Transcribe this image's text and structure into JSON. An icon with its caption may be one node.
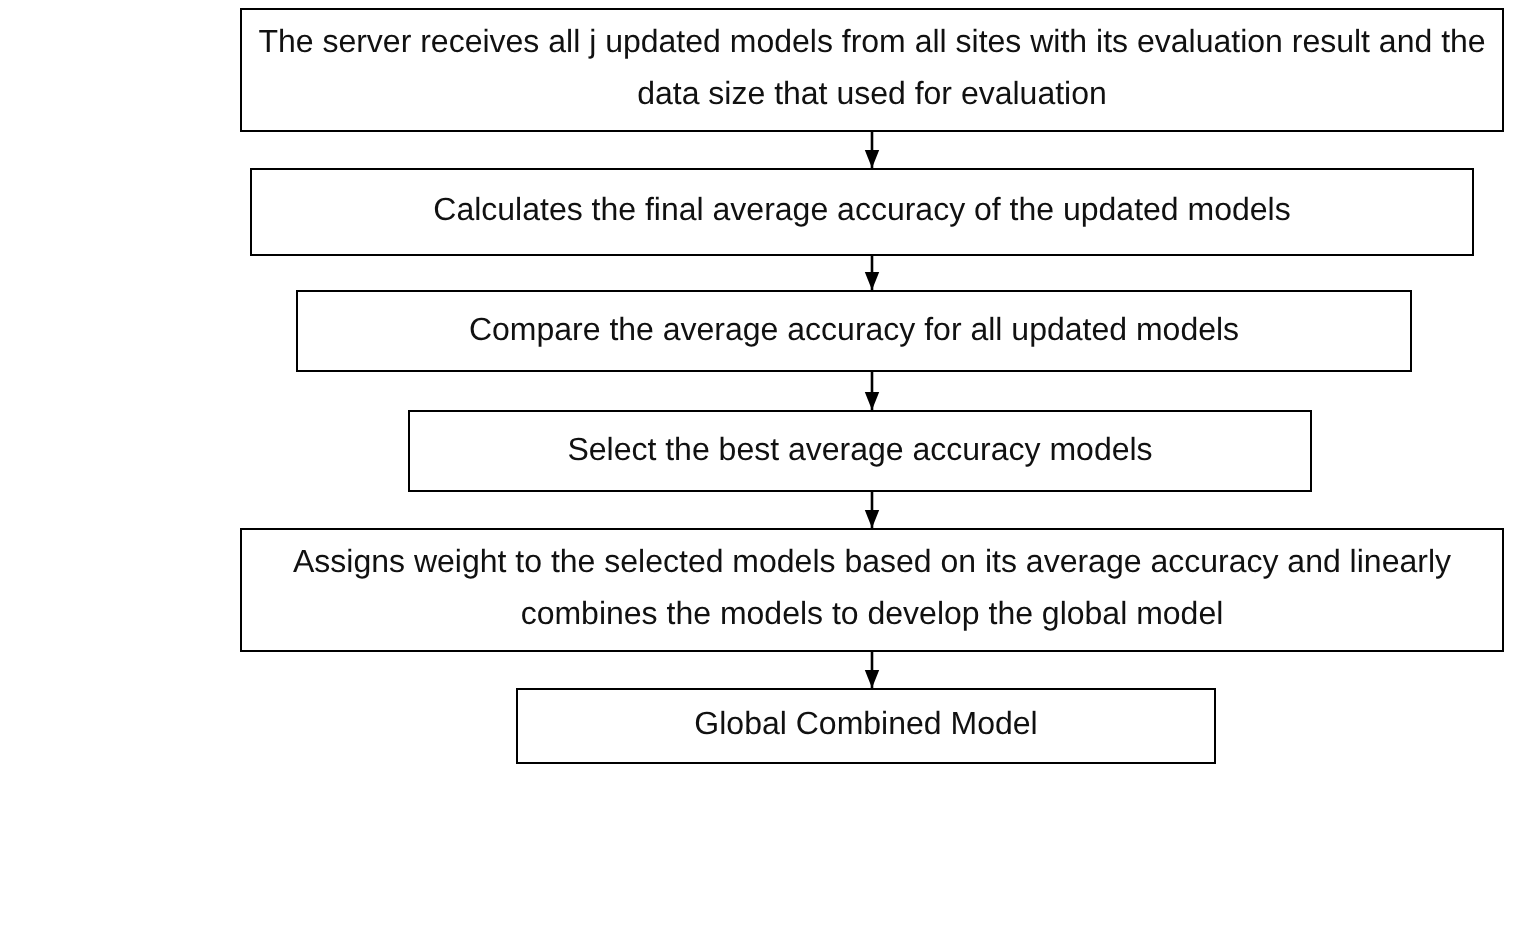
{
  "diagram": {
    "nodes": [
      {
        "text": [
          "The server receives all j updated models from all sites with its evaluation result and the data size that used for evaluation"
        ]
      },
      {
        "text": [
          "Calculates the final average accuracy of the updated models"
        ]
      },
      {
        "text": [
          "Compare the average accuracy for all updated models"
        ]
      },
      {
        "text": [
          "Select the best average accuracy models"
        ]
      },
      {
        "text": [
          "Assigns weight to the selected models based on its average accuracy and linearly combines the models to develop the global model"
        ]
      },
      {
        "text": [
          "Global Combined Model"
        ]
      }
    ],
    "edges": [
      {
        "from": 0,
        "to": 1,
        "arrow": "to"
      },
      {
        "from": 1,
        "to": 2,
        "arrow": "to"
      },
      {
        "from": 2,
        "to": 3,
        "arrow": "to"
      },
      {
        "from": 3,
        "to": 4,
        "arrow": "to"
      },
      {
        "from": 4,
        "to": 5,
        "arrow": "to"
      }
    ]
  }
}
